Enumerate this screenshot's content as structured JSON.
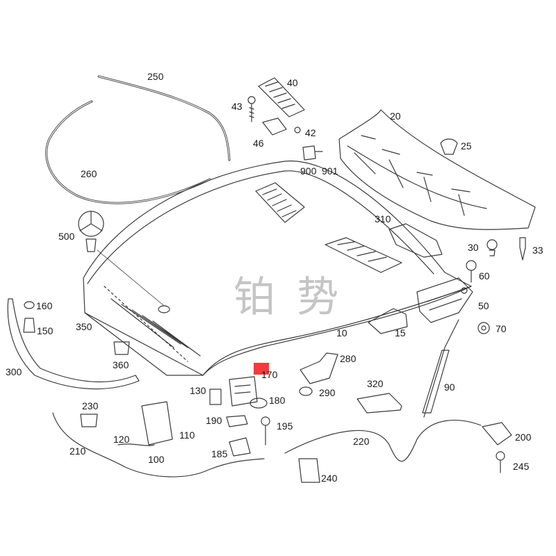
{
  "diagram": {
    "watermark": "铂 势",
    "highlight_color": "#f03c3c",
    "line_color": "#3a3a3a",
    "parts": {
      "p250": "250",
      "p260": "260",
      "p40": "40",
      "p43": "43",
      "p42": "42",
      "p46": "46",
      "p900": "900",
      "p901": "901",
      "p20": "20",
      "p25": "25",
      "p500": "500",
      "p310": "310",
      "p30": "30",
      "p33": "33",
      "p60": "60",
      "p160": "160",
      "p150": "150",
      "p350": "350",
      "p50": "50",
      "p10": "10",
      "p15": "15",
      "p70": "70",
      "p300": "300",
      "p360": "360",
      "p280": "280",
      "p170": "170",
      "p90": "90",
      "p130": "130",
      "p180": "180",
      "p290": "290",
      "p320": "320",
      "p230": "230",
      "p190": "190",
      "p195": "195",
      "p110": "110",
      "p120": "120",
      "p210": "210",
      "p220": "220",
      "p200": "200",
      "p185": "185",
      "p100": "100",
      "p245": "245",
      "p240": "240"
    }
  }
}
